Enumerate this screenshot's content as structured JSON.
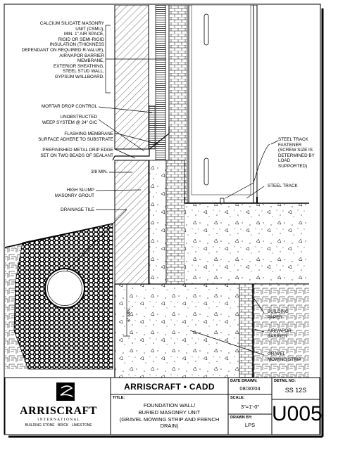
{
  "notes_left": [
    {
      "id": "wall-assembly",
      "lines": "CALCIUM SILICATE MASONRY\nUNIT (CSMU),\nMIN. 1\" AIR SPACE,\nRIGID OR SEMI-RIGID\nINSULATION (THICKNESS\nDEPENDANT ON REQUIRED R-VALUE),\nAIR/VAPOR BARRIER\nMEMBRANE,\nEXTERIOR SHEATHING,\nSTEEL STUD WALL,\nGYPSUM WALLBOARD."
    },
    {
      "id": "mortar-drop",
      "lines": "MORTAR DROP CONTROL"
    },
    {
      "id": "weep",
      "lines": "UNOBSTRUCTED\nWEEP SYSTEM @ 24\" O/C"
    },
    {
      "id": "flashing",
      "lines": "FLASHING MEMBRANE\nSURFACE ADHERE TO SUBSTRATE"
    },
    {
      "id": "drip-edge",
      "lines": "PREFINISHED METAL DRIP EDGE\nSET ON TWO BEADS OF SEALANT"
    },
    {
      "id": "three-eighths",
      "lines": "3/8 MIN."
    },
    {
      "id": "grout",
      "lines": "HIGH SLUMP\nMASONRY GROUT"
    },
    {
      "id": "drainage-tile",
      "lines": "DRAINAGE TILE"
    }
  ],
  "notes_right": [
    {
      "id": "track-fastener",
      "lines": "STEEL TRACK\nFASTENER\n(SCREW SIZE IS\nDETERMINED BY\nLOAD SUPPORTED)"
    },
    {
      "id": "steel-track",
      "lines": "STEEL TRACK"
    },
    {
      "id": "building-paper",
      "lines": "BUILDING\nPAPER"
    },
    {
      "id": "air-vapor",
      "lines": "AIR/VAPOR\nBARRIER"
    },
    {
      "id": "gravel",
      "lines": "GRAVEL\nMOWING STRIP"
    }
  ],
  "dimension": {
    "label": "6\" MIN."
  },
  "title_block": {
    "company_name": "ARRISCRAFT",
    "company_sub": "I N T E R N A T I O N A L",
    "company_tagline": "BUILDING STONE · BRICK · LIMESTONE",
    "header": "ARRISCRAFT • CADD",
    "title_caption": "TITLE:",
    "title_lines": [
      "FOUNDATION WALL/",
      "BURIED MASONRY UNIT",
      "(GRAVEL MOWING STRIP AND FRENCH DRAIN)"
    ],
    "date_caption": "DATE DRAWN:",
    "date_value": "08/30/04",
    "scale_caption": "SCALE:",
    "scale_value": "3\"=1'-0\"",
    "drawn_caption": "DRAWN BY:",
    "drawn_value": "LPS",
    "detail_caption": "DETAIL No:",
    "detail_value": "SS 12S",
    "sheet_number": "U005"
  }
}
